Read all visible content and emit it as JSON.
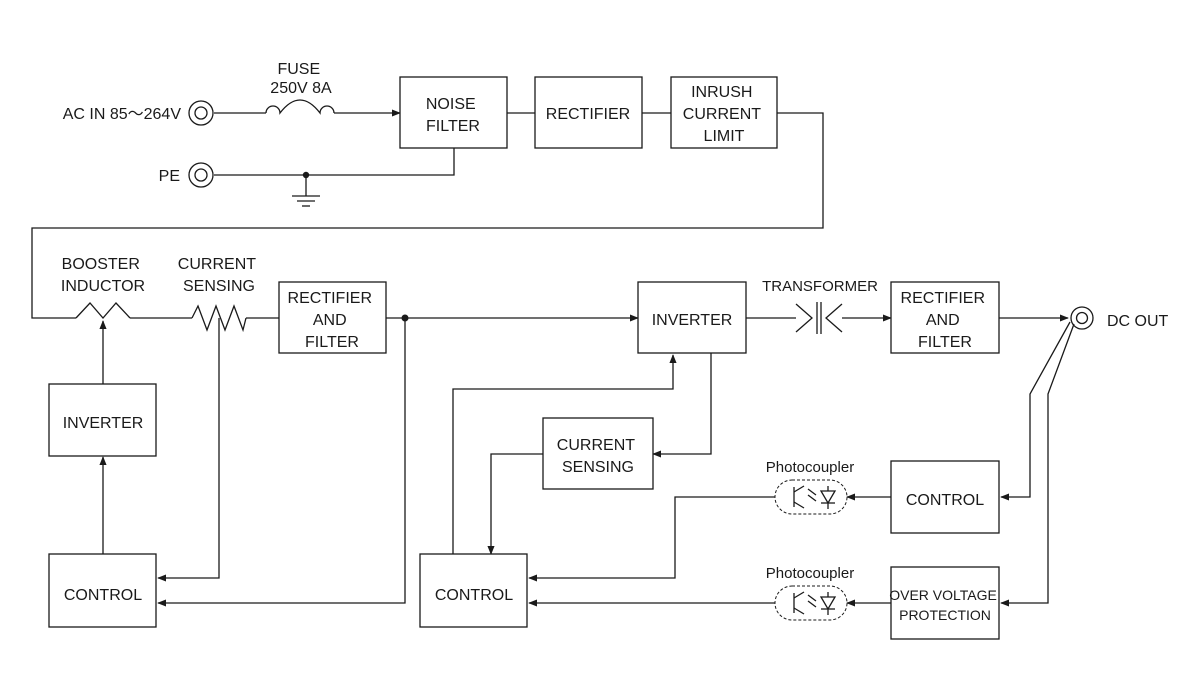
{
  "inputs": {
    "ac_in": "AC IN 85～264V",
    "pe": "PE",
    "fuse": [
      "FUSE",
      "250V 8A"
    ]
  },
  "blocks": {
    "noise_filter": [
      "NOISE",
      "FILTER"
    ],
    "rectifier_in": [
      "RECTIFIER"
    ],
    "inrush_current_limit": [
      "INRUSH",
      "CURRENT",
      "LIMIT"
    ],
    "booster_inductor": [
      "BOOSTER",
      "INDUCTOR"
    ],
    "current_sensing_top": [
      "CURRENT",
      "SENSING"
    ],
    "rectifier_filter_mid": [
      "RECTIFIER",
      "AND",
      "FILTER"
    ],
    "inverter_main": [
      "INVERTER"
    ],
    "transformer": [
      "TRANSFORMER"
    ],
    "rectifier_filter_out": [
      "RECTIFIER",
      "AND",
      "FILTER"
    ],
    "dc_out": "DC OUT",
    "inverter_pfc": [
      "INVERTER"
    ],
    "control_pfc": [
      "CONTROL"
    ],
    "current_sensing_mid": [
      "CURRENT",
      "SENSING"
    ],
    "control_main": [
      "CONTROL"
    ],
    "photocoupler_1": "Photocoupler",
    "control_right": [
      "CONTROL"
    ],
    "photocoupler_2": "Photocoupler",
    "over_voltage_protection": [
      "OVER VOLTAGE",
      "PROTECTION"
    ]
  }
}
